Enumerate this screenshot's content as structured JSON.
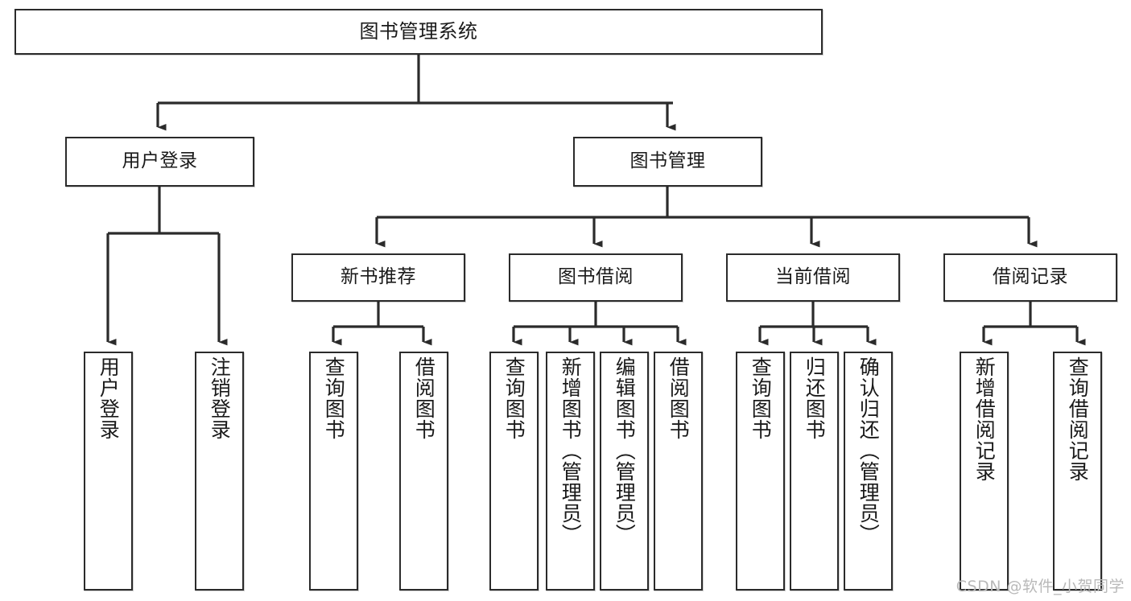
{
  "diagram": {
    "title": "图书管理系统",
    "type": "hierarchy-tree",
    "watermark": "CSDN @软件_小贺同学",
    "colors": {
      "box_border": "#2b2b2b",
      "box_fill": "#ffffff",
      "edge": "#2b2b2b",
      "text": "#1a1a1a",
      "watermark": "#b9b9b9",
      "background": "#ffffff"
    },
    "nodes": {
      "root": {
        "label": "图书管理系统"
      },
      "level2": [
        {
          "id": "user-login",
          "label": "用户登录"
        },
        {
          "id": "book-manage",
          "label": "图书管理"
        }
      ],
      "level3": [
        {
          "id": "new-book-recommend",
          "label": "新书推荐"
        },
        {
          "id": "book-borrow",
          "label": "图书借阅"
        },
        {
          "id": "current-borrow",
          "label": "当前借阅"
        },
        {
          "id": "borrow-record",
          "label": "借阅记录"
        }
      ],
      "leaves": {
        "user_login": [
          {
            "id": "leaf-user-login",
            "label": "用户登录"
          },
          {
            "id": "leaf-user-logout",
            "label": "注销登录"
          }
        ],
        "new_book_recommend": [
          {
            "id": "leaf-query-book-1",
            "label": "查询图书"
          },
          {
            "id": "leaf-borrow-book-1",
            "label": "借阅图书"
          }
        ],
        "book_borrow": [
          {
            "id": "leaf-query-book-2",
            "label": "查询图书"
          },
          {
            "id": "leaf-add-book",
            "label": "新增图书（管理员）"
          },
          {
            "id": "leaf-edit-book",
            "label": "编辑图书（管理员）"
          },
          {
            "id": "leaf-borrow-book-2",
            "label": "借阅图书"
          }
        ],
        "current_borrow": [
          {
            "id": "leaf-query-book-3",
            "label": "查询图书"
          },
          {
            "id": "leaf-return-book",
            "label": "归还图书"
          },
          {
            "id": "leaf-confirm-return",
            "label": "确认归还（管理员）"
          }
        ],
        "borrow_record": [
          {
            "id": "leaf-add-record",
            "label": "新增借阅记录"
          },
          {
            "id": "leaf-query-record",
            "label": "查询借阅记录"
          }
        ]
      }
    }
  }
}
